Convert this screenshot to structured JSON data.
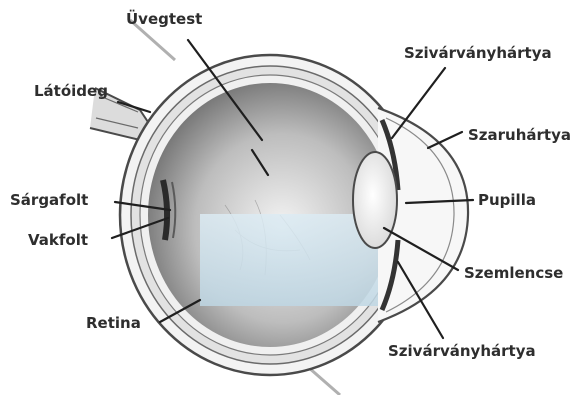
{
  "labels": {
    "uvegtest": "Üvegtest",
    "latoideg": "Látóideg",
    "sargafolt": "Sárgafolt",
    "vakfolt": "Vakfolt",
    "retina": "Retina",
    "szivarvanyhartya_top": "Szivárványhártya",
    "szaruhartya": "Szaruhártya",
    "pupilla": "Pupilla",
    "szemlencse": "Szemlencse",
    "szivarvanyhartya_bottom": "Szivárványhártya"
  },
  "colors": {
    "sclera": "#f3f3f3",
    "vitreous_dark": "#6a6a6a",
    "vitreous_light": "#e8e8e8",
    "highlight": "#cfe3ee",
    "outline": "#4a4a4a",
    "label": "#2e2e2e"
  }
}
